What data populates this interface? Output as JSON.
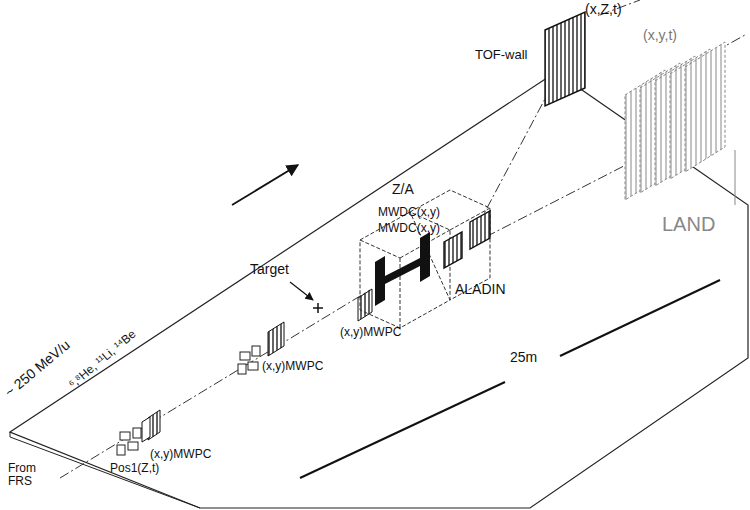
{
  "diagram": {
    "labels": [
      "(x,Z,t)",
      "(x,y,t)",
      "TOF-wall",
      "LAND",
      "MWDC(x,y)",
      "MWDC(x,y)",
      "Z/A",
      "ALADIN",
      "Target",
      "(x,y)MWPC",
      "(x,y)MWPC",
      "(x,y)MWPC",
      "Pos1(Z,t)",
      "From FRS",
      "~ 250 MeV/u",
      "⁶,⁸He, ¹¹Li, ¹⁴Be",
      "25m"
    ]
  }
}
